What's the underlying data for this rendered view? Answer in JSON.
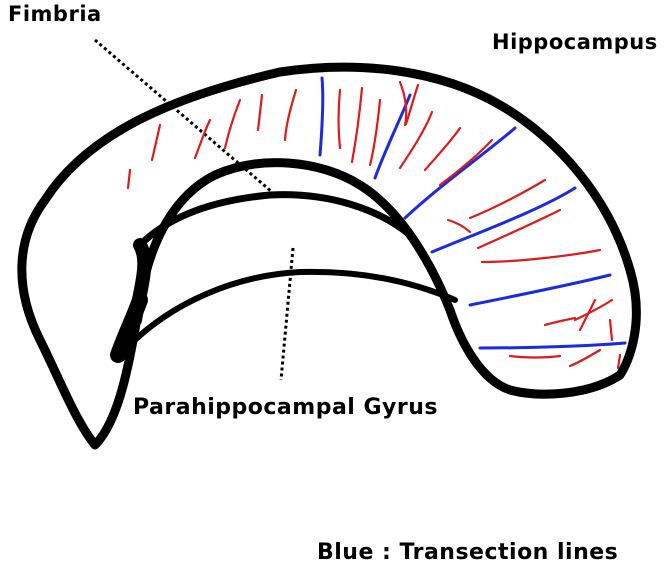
{
  "labels": {
    "fimbria": "Fimbria",
    "hippocampus": "Hippocampus",
    "parahippocampal_gyrus": "Parahippocampal Gyrus",
    "legend": "Blue : Transection lines"
  },
  "colors": {
    "outline": "#000000",
    "transection_lines": "#1a2be0",
    "vessels": "#e01a1a",
    "background": "#ffffff"
  }
}
